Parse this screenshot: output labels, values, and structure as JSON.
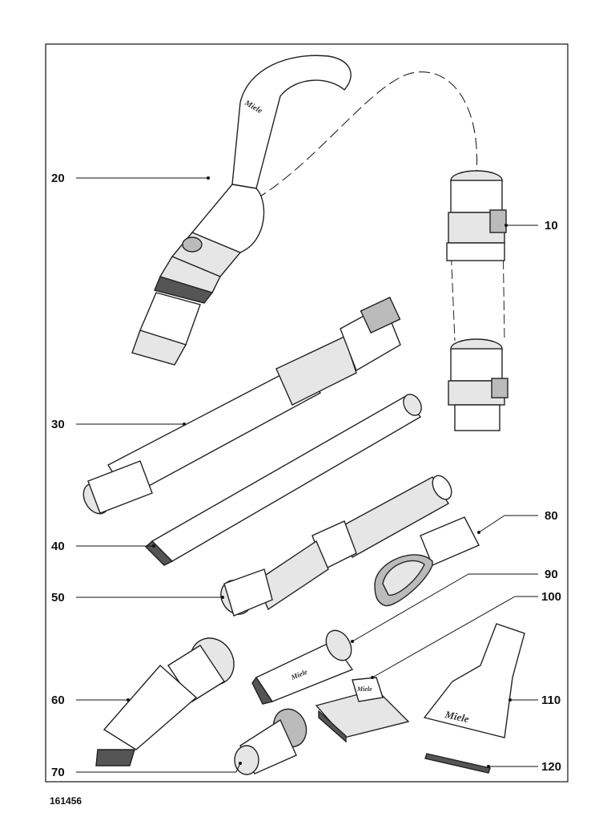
{
  "document_number": "161456",
  "callouts": [
    {
      "id": "10",
      "part": "hose-connector"
    },
    {
      "id": "20",
      "part": "hose-handle"
    },
    {
      "id": "30",
      "part": "telescopic-tube"
    },
    {
      "id": "40",
      "part": "crevice-nozzle"
    },
    {
      "id": "50",
      "part": "flexible-extension-hose"
    },
    {
      "id": "60",
      "part": "dusting-brush"
    },
    {
      "id": "70",
      "part": "adapter"
    },
    {
      "id": "80",
      "part": "radiator-brush"
    },
    {
      "id": "90",
      "part": "narrow-tube"
    },
    {
      "id": "100",
      "part": "upholstery-nozzle"
    },
    {
      "id": "110",
      "part": "mattress-nozzle"
    },
    {
      "id": "120",
      "part": "replacement-strip"
    }
  ],
  "brand_logo": "Miele"
}
